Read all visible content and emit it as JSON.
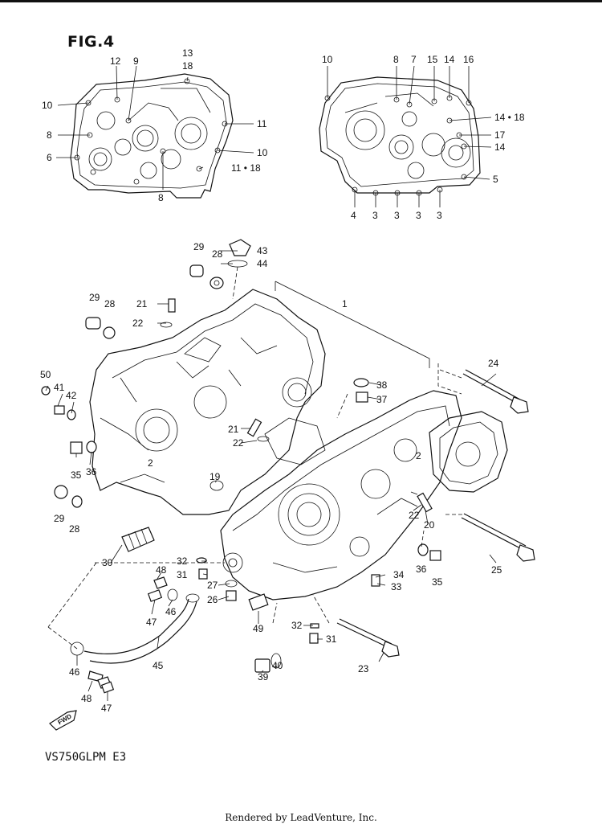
{
  "figure": {
    "title": "FIG.4",
    "model": "VS750GLPM E3",
    "credit": "Rendered by LeadVenture, Inc.",
    "fwd": "FWD"
  },
  "callouts": {
    "left_view": [
      "12",
      "9",
      "13",
      "18",
      "10",
      "11",
      "8",
      "10",
      "6",
      "11 • 18",
      "8"
    ],
    "right_view": [
      "10",
      "8",
      "7",
      "15",
      "14",
      "16",
      "14 • 18",
      "17",
      "14",
      "5",
      "4",
      "3",
      "3",
      "3",
      "3"
    ],
    "main": [
      "29",
      "43",
      "28",
      "44",
      "1",
      "29",
      "28",
      "21",
      "22",
      "50",
      "41",
      "42",
      "24",
      "38",
      "37",
      "21",
      "22",
      "2",
      "2",
      "35",
      "36",
      "19",
      "29",
      "28",
      "22",
      "20",
      "30",
      "36",
      "35",
      "32",
      "31",
      "48",
      "27",
      "26",
      "34",
      "33",
      "25",
      "47",
      "46",
      "49",
      "32",
      "31",
      "45",
      "46",
      "23",
      "39",
      "40",
      "48",
      "47"
    ]
  }
}
